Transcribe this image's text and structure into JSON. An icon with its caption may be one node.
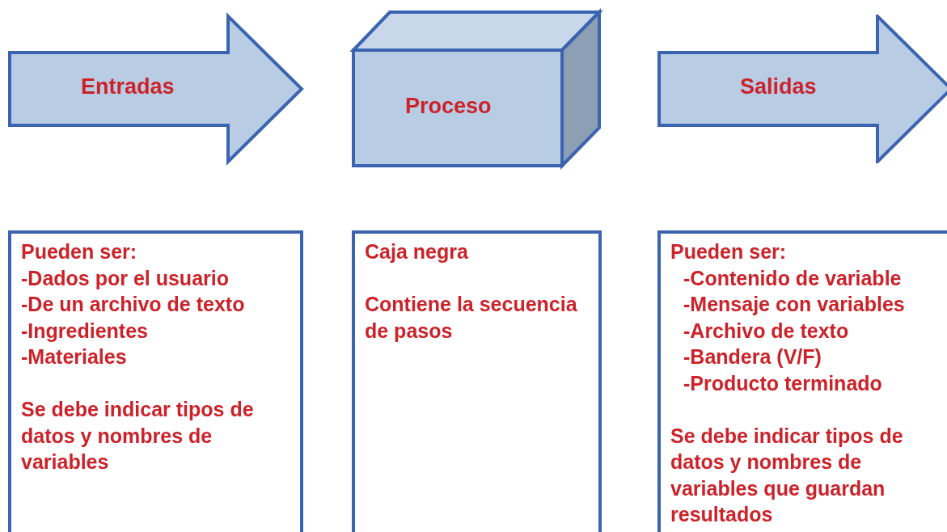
{
  "diagram": {
    "nodes": [
      {
        "text": [
          "Entradas"
        ]
      },
      {
        "text": [
          "Proceso"
        ]
      },
      {
        "text": [
          "Salidas"
        ]
      },
      {
        "text": [
          "Pueden ser:",
          "-Dados por el usuario",
          "-De un archivo de texto",
          "-Ingredientes",
          "-Materiales",
          "Se debe indicar tipos de datos y nombres de variables"
        ]
      },
      {
        "text": [
          "Caja negra",
          "Contiene la secuencia de pasos"
        ]
      },
      {
        "text": [
          "Pueden ser:",
          "-Contenido de variable",
          "-Mensaje con variables",
          "-Archivo de texto",
          "-Bandera (V/F)",
          "-Producto terminado",
          "Se debe indicar tipos de datos y nombres de variables que guardan resultados"
        ]
      }
    ]
  }
}
